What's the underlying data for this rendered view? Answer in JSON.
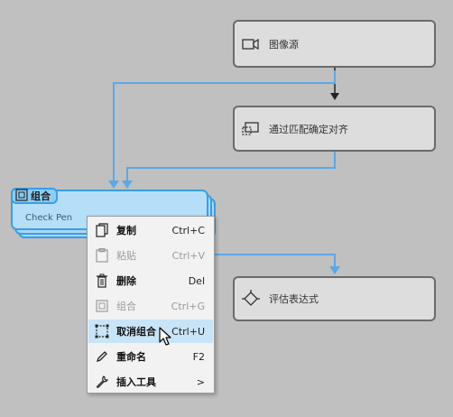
{
  "nodes": {
    "source": {
      "label": "图像源",
      "icon": "camera-icon"
    },
    "align": {
      "label": "通过匹配确定对齐",
      "icon": "align-icon"
    },
    "eval": {
      "label": "评估表达式",
      "icon": "expression-icon"
    }
  },
  "group": {
    "tab_label": "组合",
    "tool_label": "Check Pen",
    "icon": "group-icon"
  },
  "context_menu": {
    "items": [
      {
        "label": "复制",
        "shortcut": "Ctrl+C",
        "icon": "copy-icon",
        "enabled": true
      },
      {
        "label": "粘贴",
        "shortcut": "Ctrl+V",
        "icon": "paste-icon",
        "enabled": false
      },
      {
        "label": "删除",
        "shortcut": "Del",
        "icon": "trash-icon",
        "enabled": true
      },
      {
        "label": "组合",
        "shortcut": "Ctrl+G",
        "icon": "group-icon",
        "enabled": false
      },
      {
        "label": "取消组合",
        "shortcut": "Ctrl+U",
        "icon": "ungroup-icon",
        "enabled": true,
        "highlighted": true
      },
      {
        "label": "重命名",
        "shortcut": "F2",
        "icon": "pencil-icon",
        "enabled": true
      },
      {
        "label": "插入工具",
        "shortcut": ">",
        "icon": "wrench-icon",
        "enabled": true
      }
    ]
  },
  "colors": {
    "background": "#c0c0c0",
    "wire": "#5aa8e8",
    "accent": "#3a9ee6",
    "highlight": "#c9e4f7"
  }
}
